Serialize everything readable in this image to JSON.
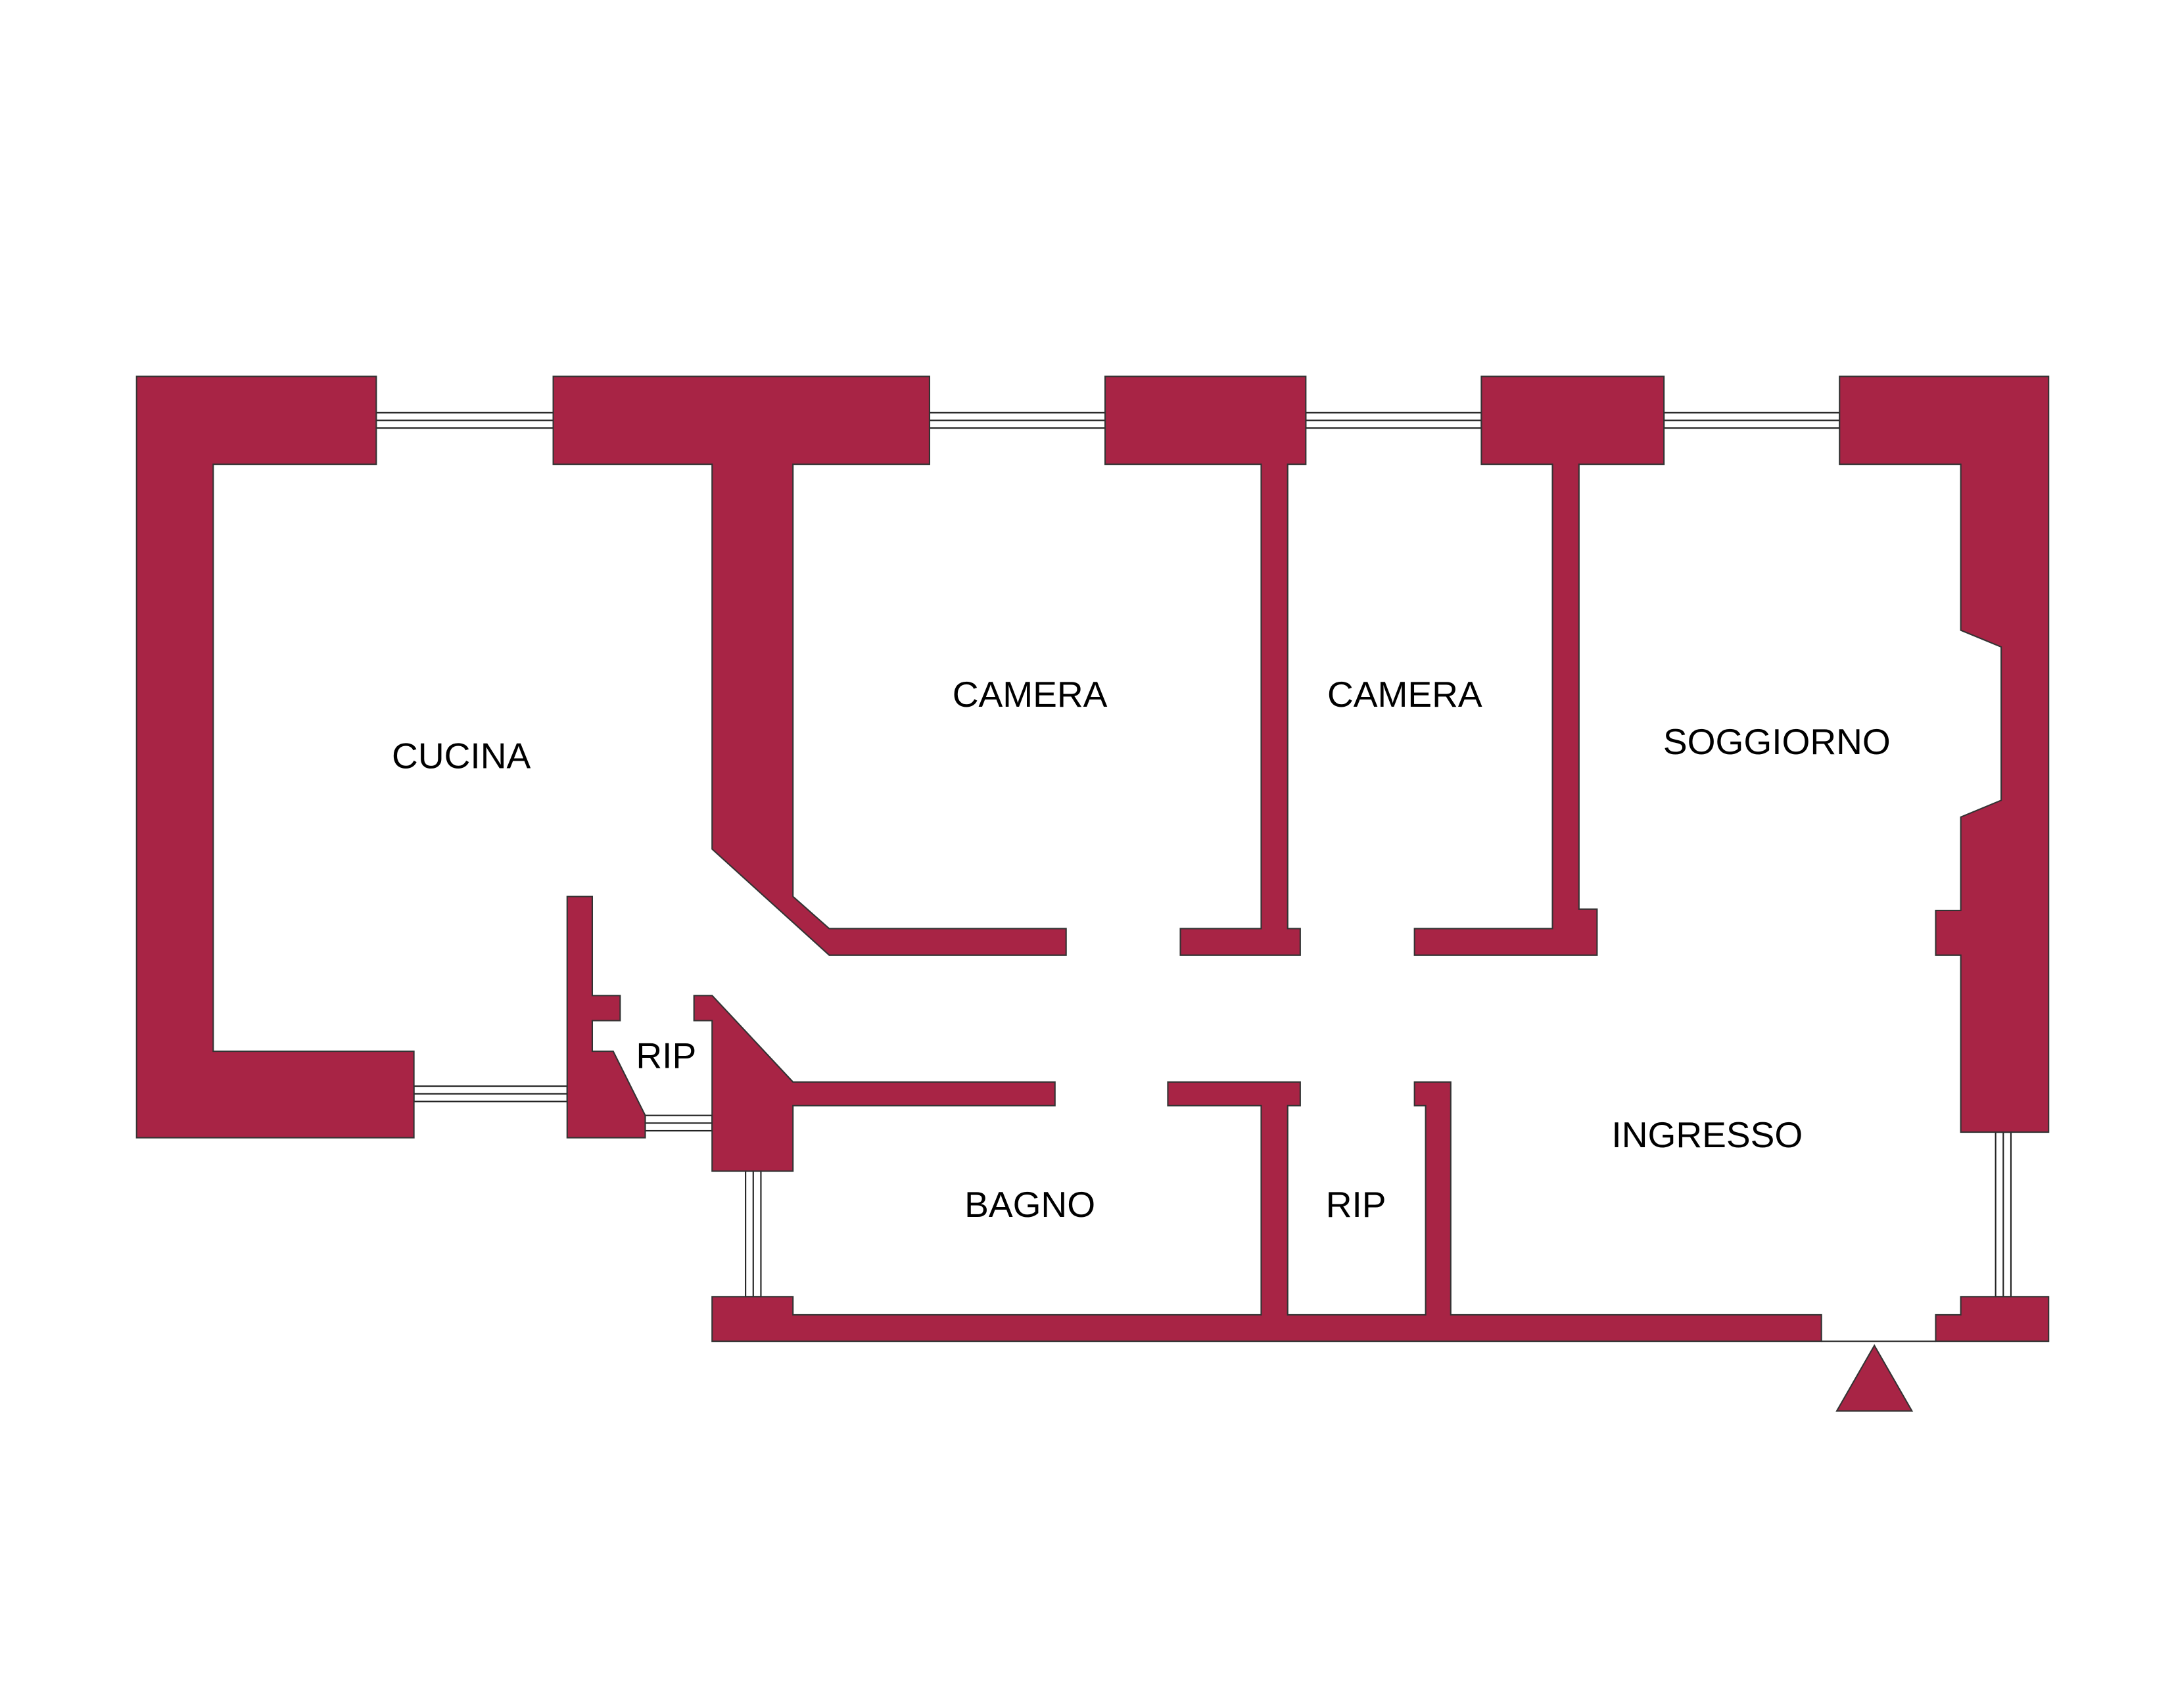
{
  "colors": {
    "wall": "#A82445",
    "background": "#ffffff"
  },
  "rooms": {
    "cucina": "CUCINA",
    "camera_1": "CAMERA",
    "camera_2": "CAMERA",
    "soggiorno": "SOGGIORNO",
    "rip_1": "RIP",
    "ingresso": "INGRESSO",
    "bagno": "BAGNO",
    "rip_2": "RIP"
  },
  "icons": {
    "entrance": "entrance-triangle-icon"
  }
}
